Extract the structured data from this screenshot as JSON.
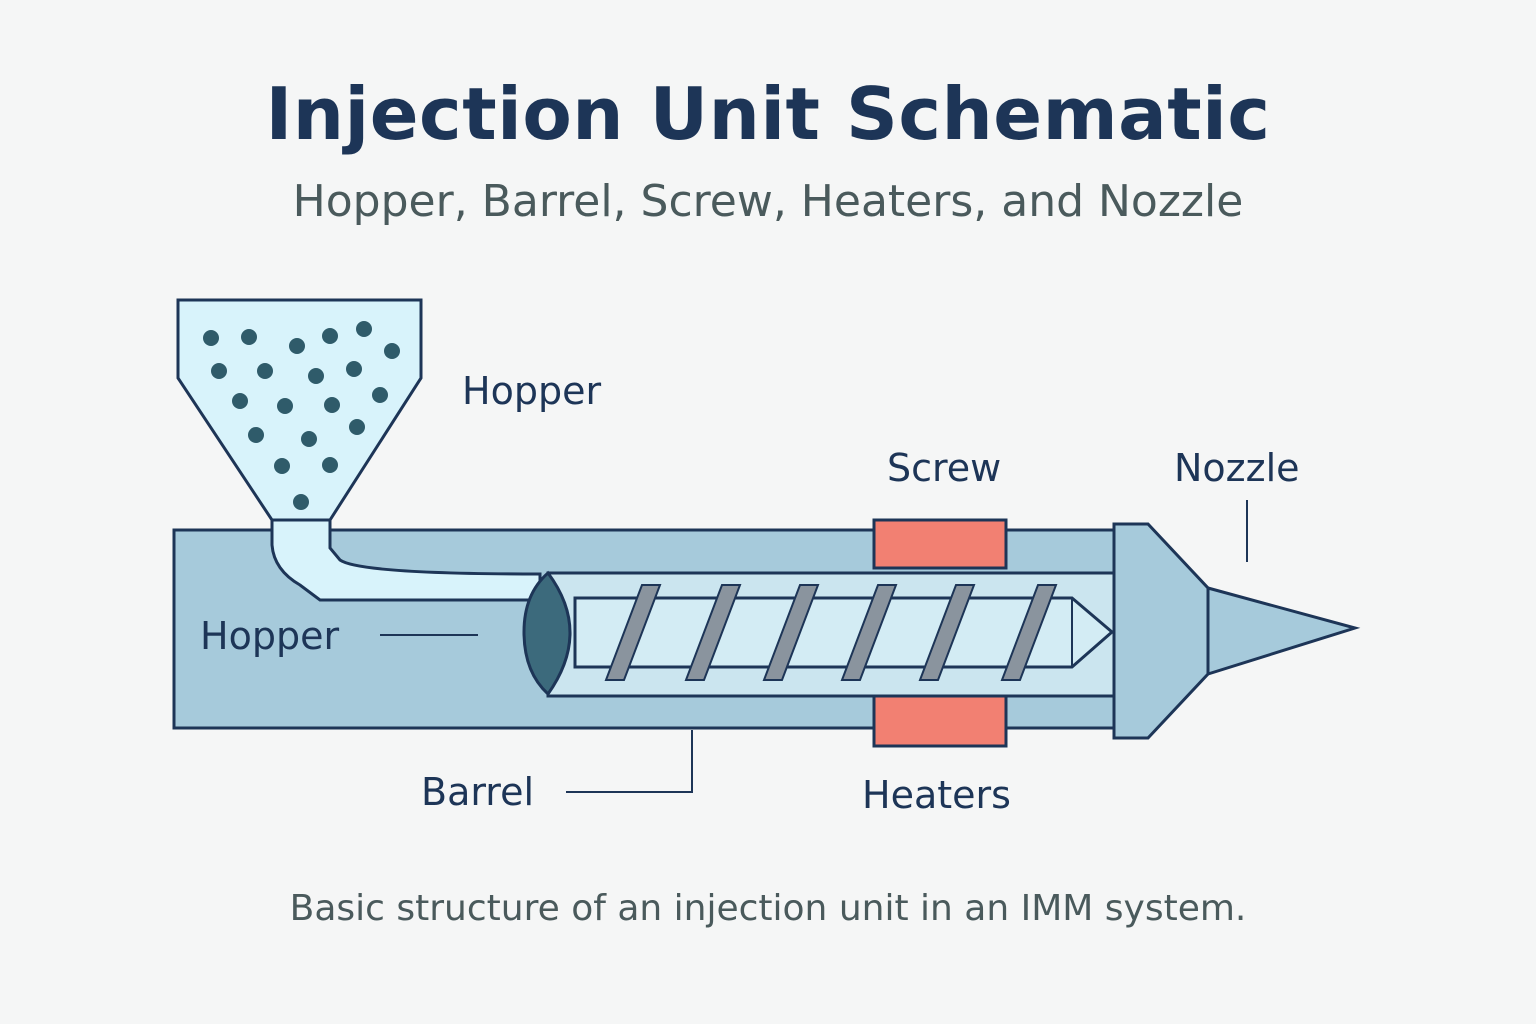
{
  "title": "Injection Unit Schematic",
  "subtitle": "Hopper, Barrel, Screw, Heaters, and Nozzle",
  "labels": {
    "hopper_top": "Hopper",
    "hopper_left": "Hopper",
    "screw": "Screw",
    "nozzle": "Nozzle",
    "barrel": "Barrel",
    "heaters": "Heaters"
  },
  "caption": "Basic structure of an injection unit in an IMM system.",
  "colors": {
    "outline": "#1d3557",
    "barrel_fill": "#a6cadb",
    "hopper_fill": "#d8f3fb",
    "pellet": "#2f5b6a",
    "screw_body": "#d3ecf4",
    "flight": "#8a949e",
    "heater": "#f28072",
    "plunger": "#3c6a7c"
  }
}
